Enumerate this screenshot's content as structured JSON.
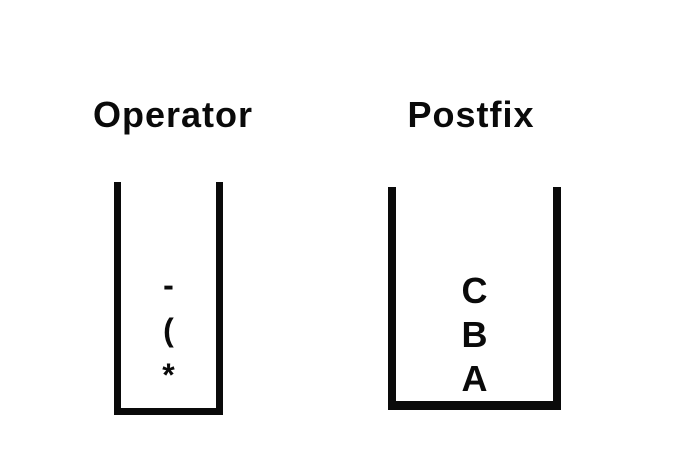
{
  "colors": {
    "background": "#ffffff",
    "ink": "#0a0a0a"
  },
  "stacks": [
    {
      "title": "Operator",
      "items_top_to_bottom": [
        "-",
        "(",
        "*"
      ]
    },
    {
      "title": "Postfix",
      "items_top_to_bottom": [
        "C",
        "B",
        "A"
      ]
    }
  ]
}
